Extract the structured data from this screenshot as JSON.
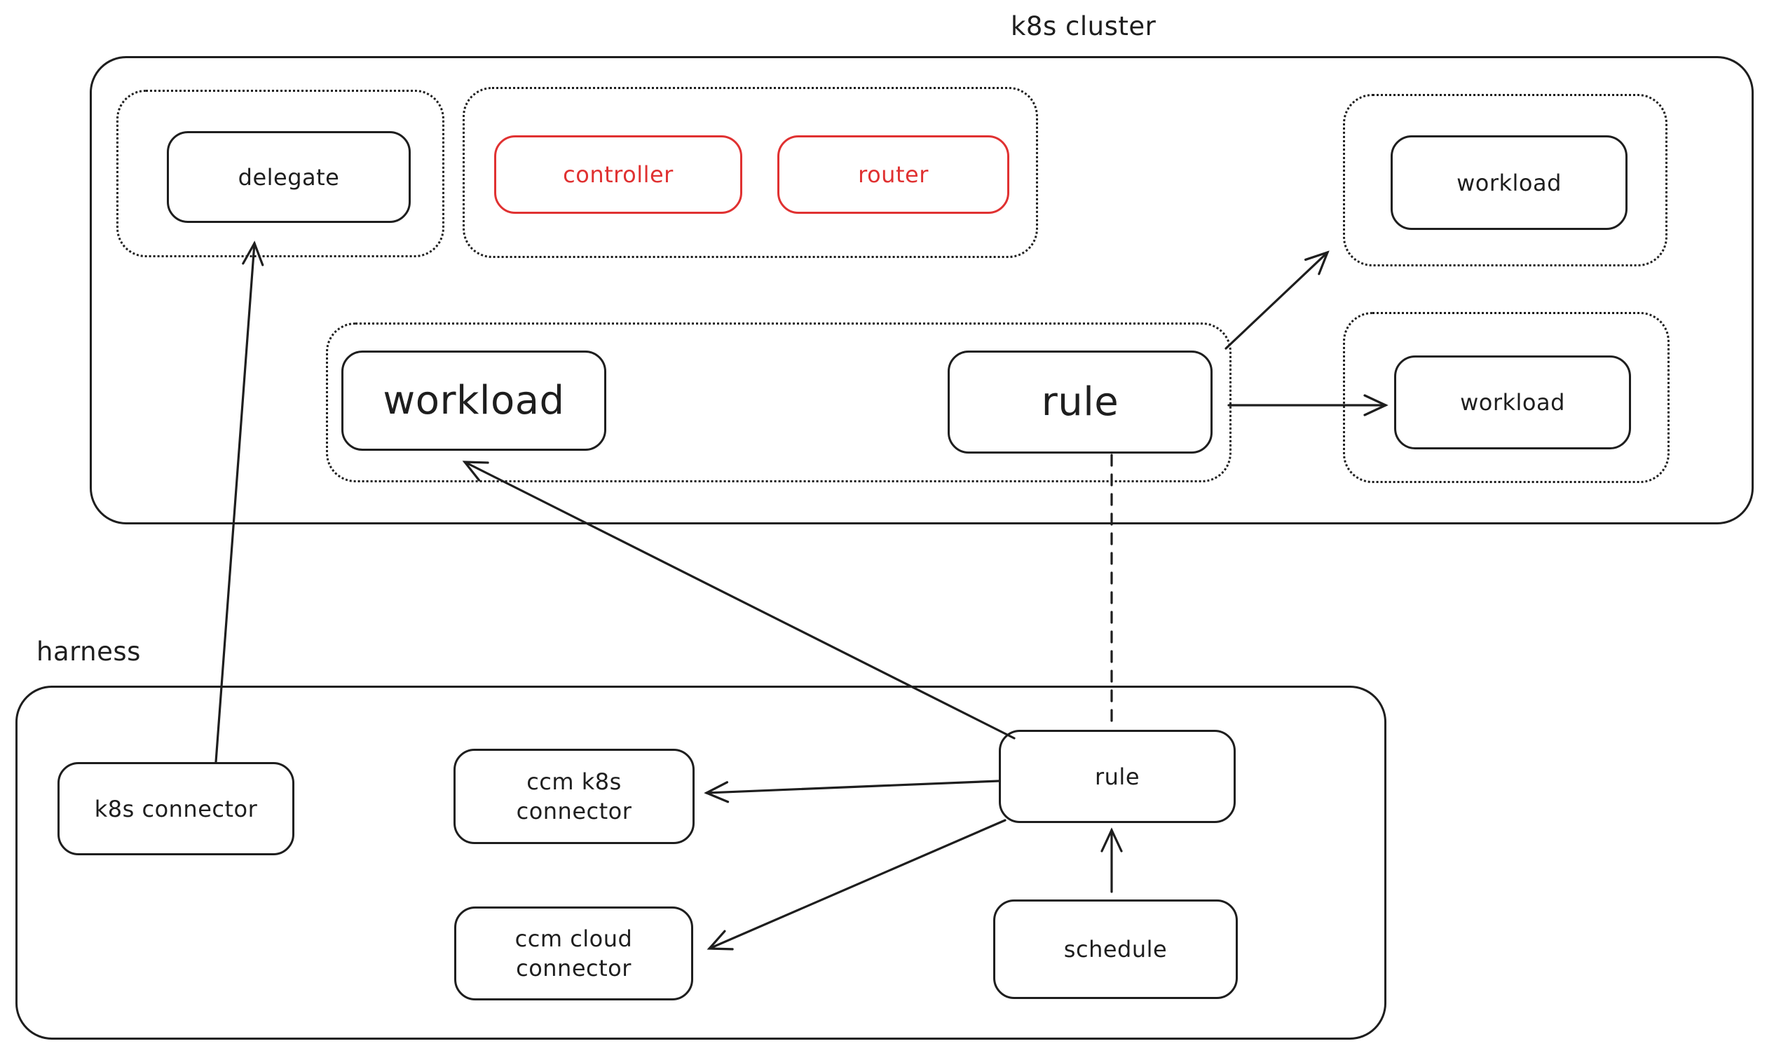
{
  "colors": {
    "ink": "#1e1e1e",
    "accent_red": "#e03131",
    "background": "#ffffff"
  },
  "diagram": {
    "cluster": {
      "title": "k8s cluster",
      "nodes": {
        "delegate": "delegate",
        "controller": "controller",
        "router": "router",
        "workload_main": "workload",
        "rule": "rule",
        "workload_top_right": "workload",
        "workload_middle_right": "workload"
      }
    },
    "harness": {
      "title": "harness",
      "nodes": {
        "k8s_connector": "k8s connector",
        "ccm_k8s_connector": "ccm k8s connector",
        "ccm_cloud_connector": "ccm cloud connector",
        "rule": "rule",
        "schedule": "schedule"
      }
    },
    "edges": [
      {
        "from": "k8s connector (harness)",
        "to": "delegate (k8s cluster)",
        "style": "solid",
        "arrowhead": "end"
      },
      {
        "from": "rule (harness)",
        "to": "workload (k8s cluster)",
        "style": "solid",
        "arrowhead": "end"
      },
      {
        "from": "rule (harness)",
        "to": "ccm k8s connector",
        "style": "solid",
        "arrowhead": "end"
      },
      {
        "from": "rule (harness)",
        "to": "ccm cloud connector",
        "style": "solid",
        "arrowhead": "end"
      },
      {
        "from": "schedule",
        "to": "rule (harness)",
        "style": "solid",
        "arrowhead": "end"
      },
      {
        "from": "rule (harness)",
        "to": "rule (k8s cluster)",
        "style": "dashed",
        "arrowhead": "none"
      },
      {
        "from": "rule (k8s cluster)",
        "to": "workload (top right)",
        "style": "solid",
        "arrowhead": "end"
      },
      {
        "from": "rule (k8s cluster)",
        "to": "workload (middle right)",
        "style": "solid",
        "arrowhead": "end"
      },
      {
        "from": "ccm k8s connector",
        "to": "k8s connector",
        "style": "solid",
        "arrowhead": "end"
      }
    ]
  }
}
